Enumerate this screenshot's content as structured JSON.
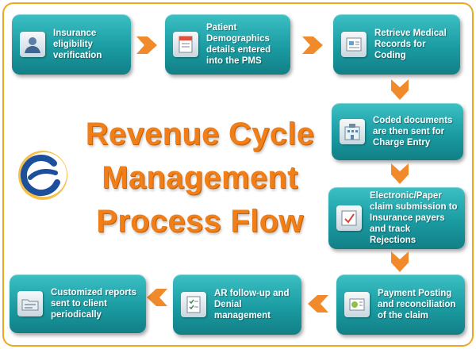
{
  "title": {
    "line1": "Revenue Cycle",
    "line2": "Management",
    "line3": "Process Flow"
  },
  "colors": {
    "border": "#f0a623",
    "box": "#1a9ca2",
    "arrow": "#f08a2a",
    "title": "#f07f1a"
  },
  "steps": [
    {
      "label": "Insurance eligibility verification",
      "icon": "user-icon"
    },
    {
      "label": "Patient Demographics details entered into the PMS",
      "icon": "form-icon"
    },
    {
      "label": "Retrieve Medical Records for Coding",
      "icon": "records-icon"
    },
    {
      "label": "Coded documents are then sent for Charge Entry",
      "icon": "building-icon"
    },
    {
      "label": "Electronic/Paper claim submission to Insurance payers and track Rejections",
      "icon": "document-icon"
    },
    {
      "label": "Payment Posting and reconciliation of the claim",
      "icon": "payment-icon"
    },
    {
      "label": "AR follow-up and Denial management",
      "icon": "checklist-icon"
    },
    {
      "label": "Customized reports sent to client periodically",
      "icon": "folder-icon"
    }
  ]
}
